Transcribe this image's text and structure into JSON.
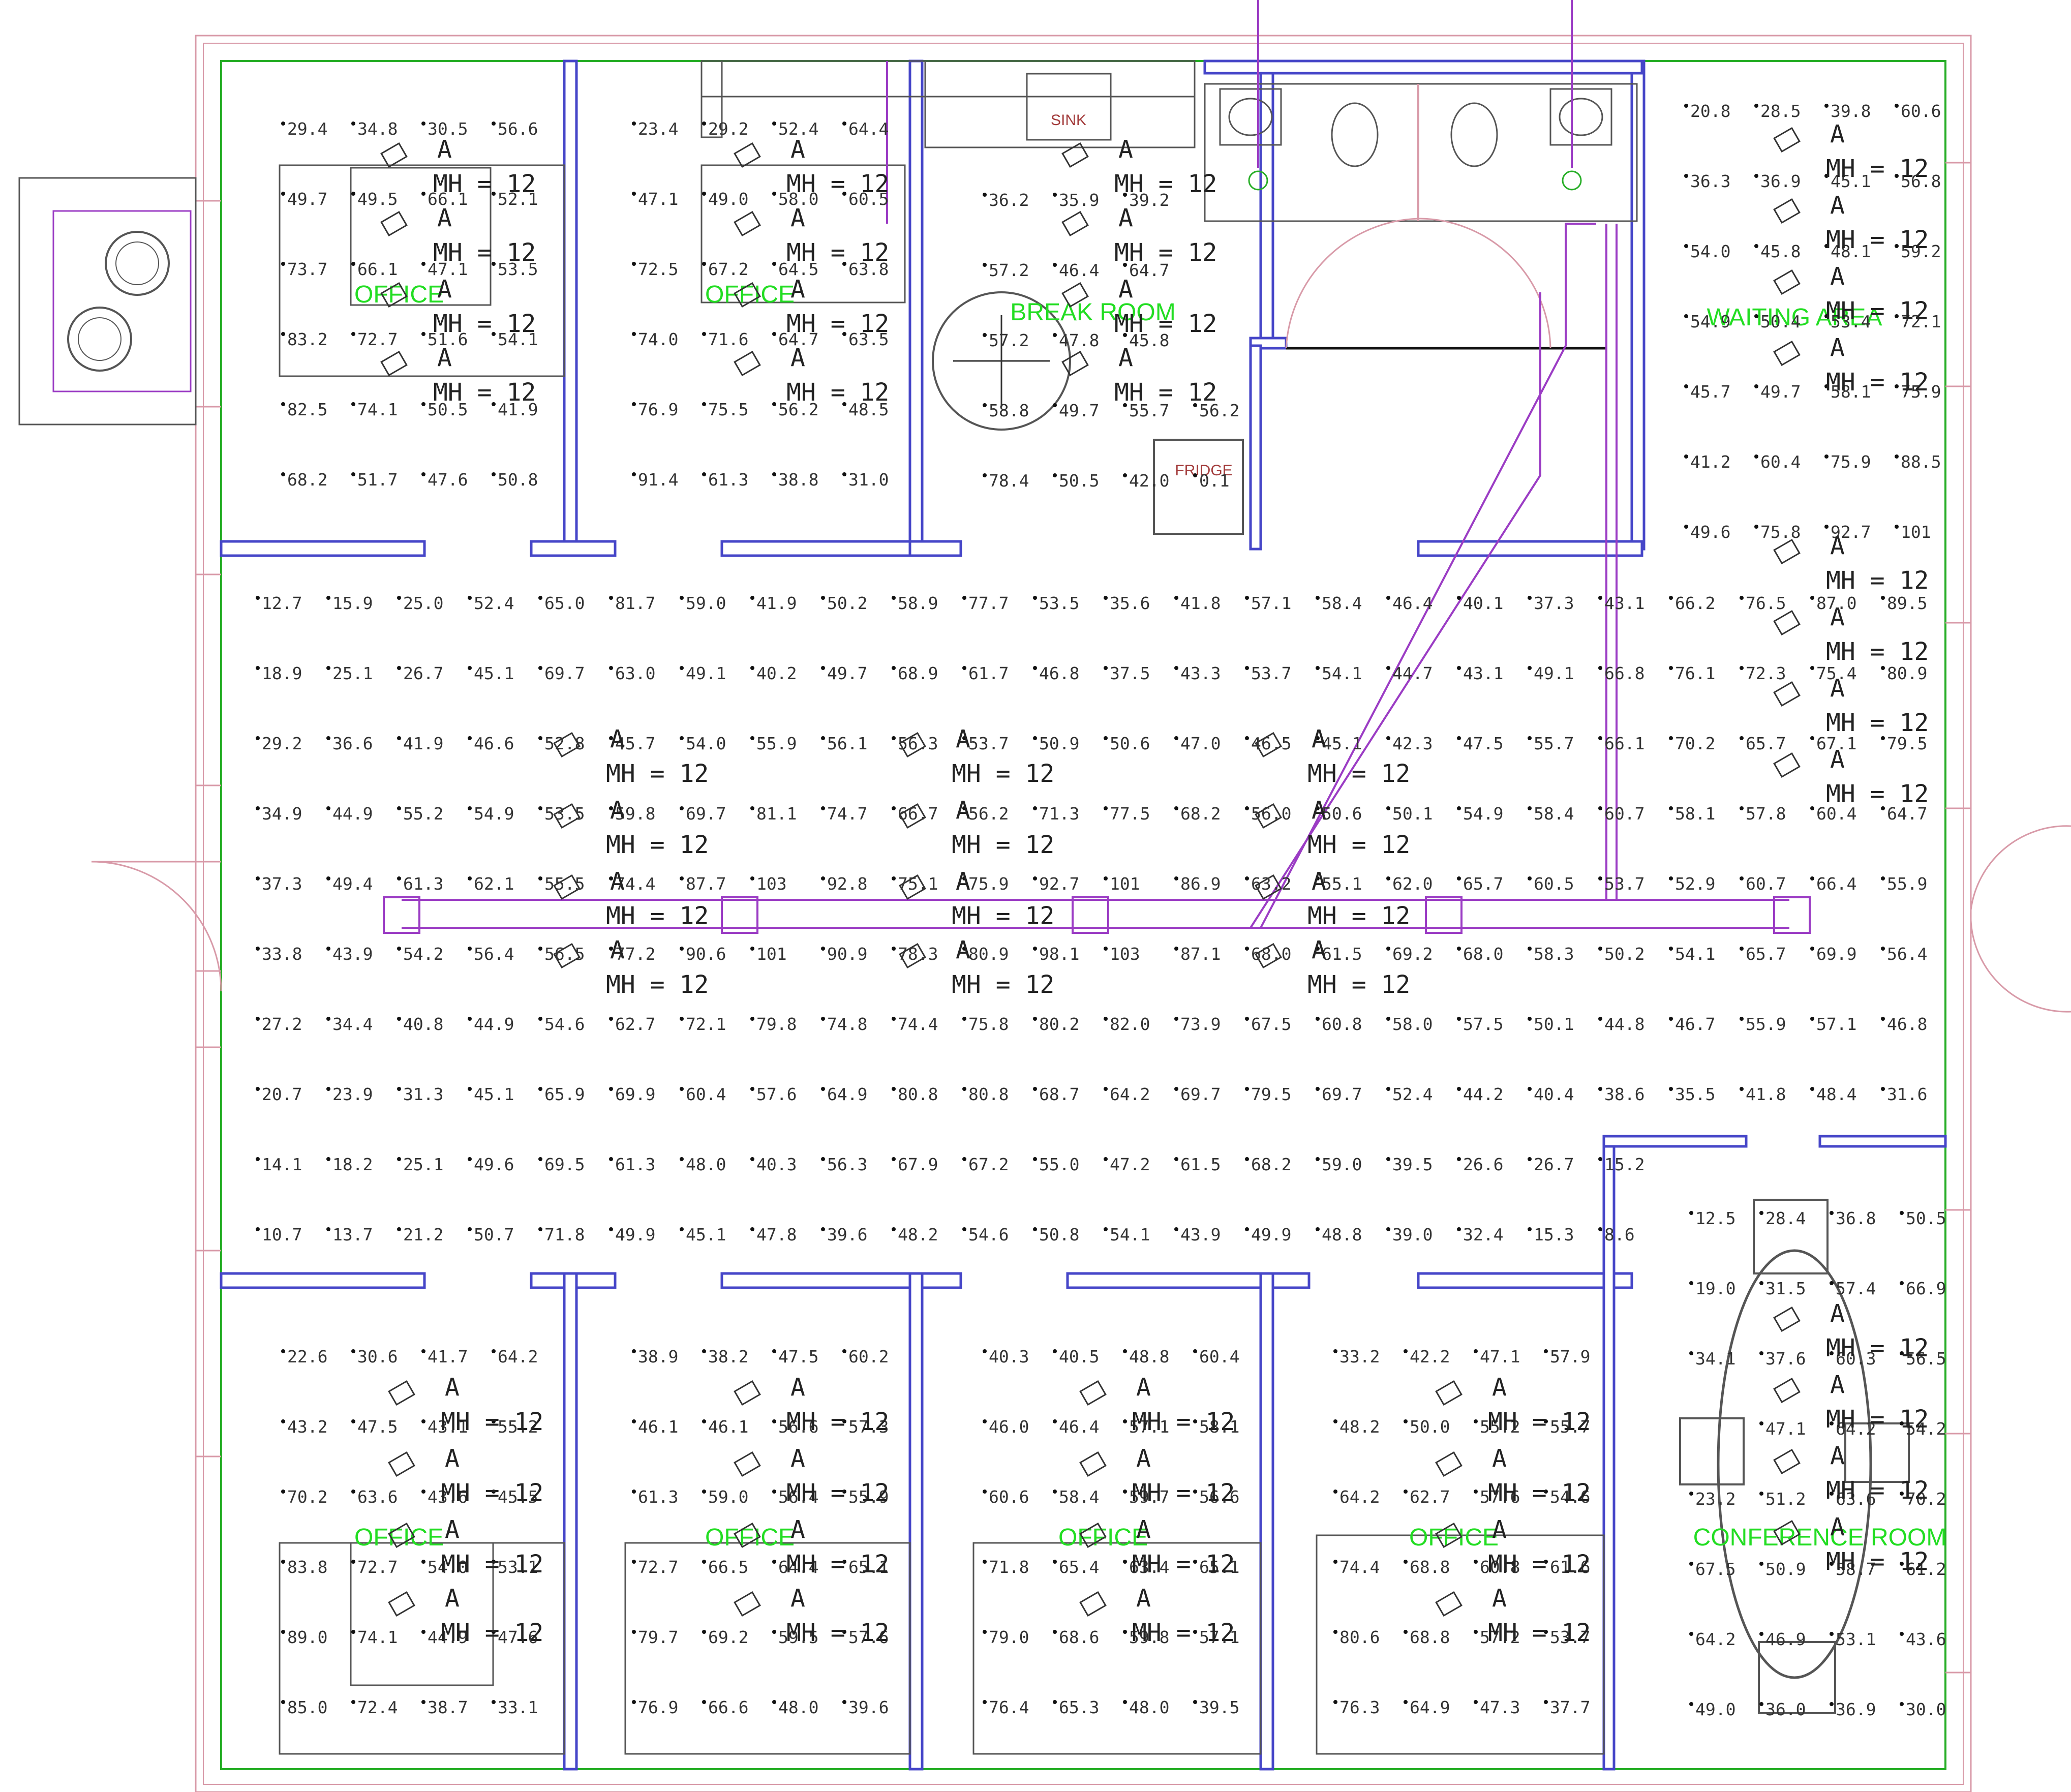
{
  "room_labels": {
    "office_1": "OFFICE",
    "office_2": "OFFICE",
    "break_room": "BREAK ROOM",
    "waiting_area": "WAITING AREA",
    "office_3": "OFFICE",
    "office_4": "OFFICE",
    "office_5": "OFFICE",
    "office_6": "OFFICE",
    "conference_room": "CONFERENCE ROOM"
  },
  "fixture_labels": {
    "sink": "SINK",
    "fridge": "FRIDGE"
  },
  "luminaire": {
    "type": "A",
    "mounting": "MH = 12"
  },
  "colors": {
    "wall_outline": "#27ae27",
    "wall_detail": "#d89aa8",
    "partition": "#4646c8",
    "duct": "#9b3cc4",
    "room_label": "#22dd22",
    "calc_point": "#333333"
  },
  "grids": [
    {
      "area": "office-top-left",
      "rows": [
        [
          "29.4",
          "34.8",
          "30.5",
          "56.6"
        ],
        [
          "49.7",
          "49.5",
          "66.1",
          "52.1"
        ],
        [
          "73.7",
          "66.1",
          "47.1",
          "53.5"
        ],
        [
          "83.2",
          "72.7",
          "51.6",
          "54.1"
        ],
        [
          "82.5",
          "74.1",
          "50.5",
          "41.9"
        ],
        [
          "68.2",
          "51.7",
          "47.6",
          "50.8"
        ]
      ]
    },
    {
      "area": "office-top-2",
      "rows": [
        [
          "23.4",
          "29.2",
          "52.4",
          "64.4"
        ],
        [
          "47.1",
          "49.0",
          "58.0",
          "60.5"
        ],
        [
          "72.5",
          "67.2",
          "64.5",
          "63.8"
        ],
        [
          "74.0",
          "71.6",
          "64.7",
          "63.5"
        ],
        [
          "76.9",
          "75.5",
          "56.2",
          "48.5"
        ],
        [
          "91.4",
          "61.3",
          "38.8",
          "31.0"
        ]
      ]
    },
    {
      "area": "break-room",
      "rows": [
        [
          "36.2",
          "35.9",
          "39.2",
          ""
        ],
        [
          "57.2",
          "46.4",
          "64.7",
          ""
        ],
        [
          "57.2",
          "47.8",
          "45.8",
          ""
        ],
        [
          "58.8",
          "49.7",
          "55.7",
          "56.2"
        ],
        [
          "78.4",
          "50.5",
          "42.0",
          "0.1"
        ]
      ]
    },
    {
      "area": "waiting-area",
      "rows": [
        [
          "20.8",
          "28.5",
          "39.8",
          "60.6"
        ],
        [
          "36.3",
          "36.9",
          "45.1",
          "56.8"
        ],
        [
          "54.0",
          "45.8",
          "48.1",
          "59.2"
        ],
        [
          "54.9",
          "50.4",
          "53.4",
          "72.1"
        ],
        [
          "45.7",
          "49.7",
          "58.1",
          "75.9"
        ],
        [
          "41.2",
          "60.4",
          "75.9",
          "88.5"
        ],
        [
          "49.6",
          "75.8",
          "92.7",
          "101"
        ]
      ]
    },
    {
      "area": "open-office",
      "rows": [
        [
          "12.7",
          "15.9",
          "25.0",
          "52.4",
          "65.0",
          "81.7",
          "59.0",
          "41.9",
          "50.2",
          "58.9",
          "77.7",
          "53.5",
          "35.6",
          "41.8",
          "57.1",
          "58.4",
          "46.4",
          "40.1",
          "37.3",
          "43.1",
          "66.2",
          "76.5",
          "87.0",
          "89.5"
        ],
        [
          "18.9",
          "25.1",
          "26.7",
          "45.1",
          "69.7",
          "63.0",
          "49.1",
          "40.2",
          "49.7",
          "68.9",
          "61.7",
          "46.8",
          "37.5",
          "43.3",
          "53.7",
          "54.1",
          "44.7",
          "43.1",
          "49.1",
          "66.8",
          "76.1",
          "72.3",
          "75.4",
          "80.9"
        ],
        [
          "29.2",
          "36.6",
          "41.9",
          "46.6",
          "52.8",
          "45.7",
          "54.0",
          "55.9",
          "56.1",
          "56.3",
          "53.7",
          "50.9",
          "50.6",
          "47.0",
          "46.5",
          "45.1",
          "42.3",
          "47.5",
          "55.7",
          "66.1",
          "70.2",
          "65.7",
          "67.1",
          "79.5"
        ],
        [
          "34.9",
          "44.9",
          "55.2",
          "54.9",
          "53.5",
          "59.8",
          "69.7",
          "81.1",
          "74.7",
          "66.7",
          "56.2",
          "71.3",
          "77.5",
          "68.2",
          "56.0",
          "50.6",
          "50.1",
          "54.9",
          "58.4",
          "60.7",
          "58.1",
          "57.8",
          "60.4",
          "64.7"
        ],
        [
          "37.3",
          "49.4",
          "61.3",
          "62.1",
          "55.5",
          "74.4",
          "87.7",
          "103",
          "92.8",
          "75.1",
          "75.9",
          "92.7",
          "101",
          "86.9",
          "63.2",
          "55.1",
          "62.0",
          "65.7",
          "60.5",
          "53.7",
          "52.9",
          "60.7",
          "66.4",
          "55.9"
        ],
        [
          "33.8",
          "43.9",
          "54.2",
          "56.4",
          "56.5",
          "77.2",
          "90.6",
          "101",
          "90.9",
          "78.3",
          "80.9",
          "98.1",
          "103",
          "87.1",
          "68.0",
          "61.5",
          "69.2",
          "68.0",
          "58.3",
          "50.2",
          "54.1",
          "65.7",
          "69.9",
          "56.4"
        ],
        [
          "27.2",
          "34.4",
          "40.8",
          "44.9",
          "54.6",
          "62.7",
          "72.1",
          "79.8",
          "74.8",
          "74.4",
          "75.8",
          "80.2",
          "82.0",
          "73.9",
          "67.5",
          "60.8",
          "58.0",
          "57.5",
          "50.1",
          "44.8",
          "46.7",
          "55.9",
          "57.1",
          "46.8"
        ],
        [
          "20.7",
          "23.9",
          "31.3",
          "45.1",
          "65.9",
          "69.9",
          "60.4",
          "57.6",
          "64.9",
          "80.8",
          "80.8",
          "68.7",
          "64.2",
          "69.7",
          "79.5",
          "69.7",
          "52.4",
          "44.2",
          "40.4",
          "38.6",
          "35.5",
          "41.8",
          "48.4",
          "31.6"
        ],
        [
          "14.1",
          "18.2",
          "25.1",
          "49.6",
          "69.5",
          "61.3",
          "48.0",
          "40.3",
          "56.3",
          "67.9",
          "67.2",
          "55.0",
          "47.2",
          "61.5",
          "68.2",
          "59.0",
          "39.5",
          "26.6",
          "26.7",
          "15.2",
          "",
          "",
          "",
          ""
        ],
        [
          "10.7",
          "13.7",
          "21.2",
          "50.7",
          "71.8",
          "49.9",
          "45.1",
          "47.8",
          "39.6",
          "48.2",
          "54.6",
          "50.8",
          "54.1",
          "43.9",
          "49.9",
          "48.8",
          "39.0",
          "32.4",
          "15.3",
          "8.6",
          "",
          "",
          "",
          ""
        ]
      ]
    },
    {
      "area": "office-bottom-1",
      "rows": [
        [
          "22.6",
          "30.6",
          "41.7",
          "64.2"
        ],
        [
          "43.2",
          "47.5",
          "43.1",
          "55.2"
        ],
        [
          "70.2",
          "63.6",
          "43.6",
          "45.5"
        ],
        [
          "83.8",
          "72.7",
          "54.0",
          "53.1"
        ],
        [
          "89.0",
          "74.1",
          "44.9",
          "47.6"
        ],
        [
          "85.0",
          "72.4",
          "38.7",
          "33.1"
        ]
      ]
    },
    {
      "area": "office-bottom-2",
      "rows": [
        [
          "38.9",
          "38.2",
          "47.5",
          "60.2"
        ],
        [
          "46.1",
          "46.1",
          "56.6",
          "57.3"
        ],
        [
          "61.3",
          "59.0",
          "56.4",
          "55.9"
        ],
        [
          "72.7",
          "66.5",
          "64.4",
          "65.1"
        ],
        [
          "79.7",
          "69.2",
          "59.5",
          "57.6"
        ],
        [
          "76.9",
          "66.6",
          "48.0",
          "39.6"
        ]
      ]
    },
    {
      "area": "office-bottom-3",
      "rows": [
        [
          "40.3",
          "40.5",
          "48.8",
          "60.4"
        ],
        [
          "46.0",
          "46.4",
          "57.1",
          "58.1"
        ],
        [
          "60.6",
          "58.4",
          "59.7",
          "56.6"
        ],
        [
          "71.8",
          "65.4",
          "63.4",
          "65.1"
        ],
        [
          "79.0",
          "68.6",
          "59.8",
          "57.1"
        ],
        [
          "76.4",
          "65.3",
          "48.0",
          "39.5"
        ]
      ]
    },
    {
      "area": "office-bottom-4",
      "rows": [
        [
          "33.2",
          "42.2",
          "47.1",
          "57.9"
        ],
        [
          "48.2",
          "50.0",
          "55.2",
          "55.7"
        ],
        [
          "64.2",
          "62.7",
          "57.6",
          "54.6"
        ],
        [
          "74.4",
          "68.8",
          "60.8",
          "61.6"
        ],
        [
          "80.6",
          "68.8",
          "57.2",
          "53.7"
        ],
        [
          "76.3",
          "64.9",
          "47.3",
          "37.7"
        ]
      ]
    },
    {
      "area": "conference-room",
      "rows": [
        [
          "12.5",
          "28.4",
          "36.8",
          "50.5"
        ],
        [
          "19.0",
          "31.5",
          "57.4",
          "66.9"
        ],
        [
          "34.1",
          "37.6",
          "60.3",
          "56.5"
        ],
        [
          "",
          "47.1",
          "64.2",
          "54.2"
        ],
        [
          "23.2",
          "51.2",
          "63.6",
          "70.2"
        ],
        [
          "67.5",
          "50.9",
          "58.7",
          "61.2"
        ],
        [
          "64.2",
          "46.9",
          "53.1",
          "43.6"
        ],
        [
          "49.0",
          "36.0",
          "36.9",
          "30.0"
        ]
      ]
    }
  ]
}
